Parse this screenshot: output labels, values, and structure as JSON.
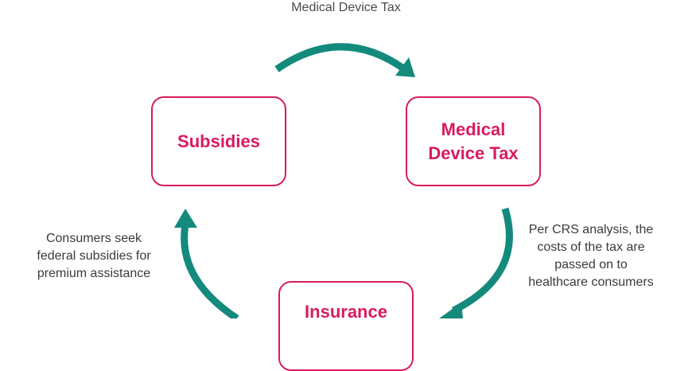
{
  "top_label": "Medical Device Tax",
  "boxes": {
    "subsidies": "Subsidies",
    "device_tax": "Medical Device Tax",
    "insurance": "Insurance"
  },
  "notes": {
    "left": "Consumers seek federal subsidies for premium assistance",
    "right": "Per CRS analysis, the costs of the tax are passed on to healthcare consumers"
  },
  "colors": {
    "box_border": "#d81b60",
    "box_text": "#d81b60",
    "arrow": "#138a7c",
    "note_text": "#3a3a3a"
  }
}
